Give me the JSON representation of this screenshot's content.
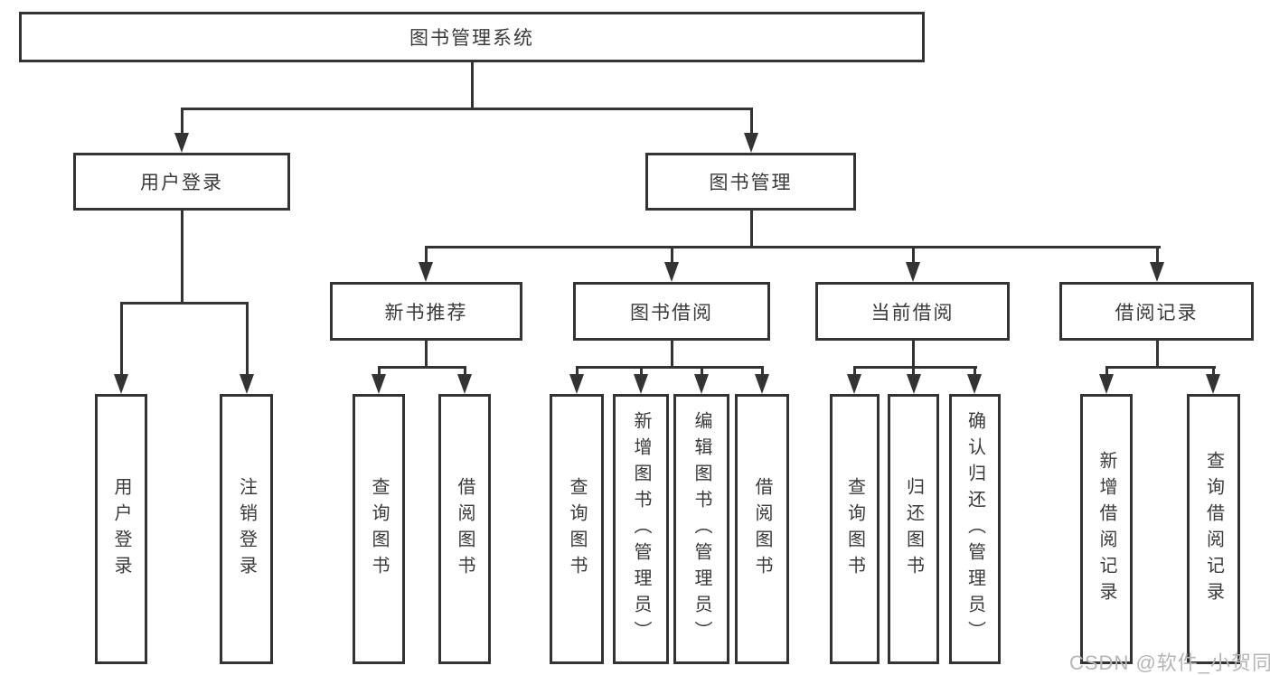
{
  "root_label": "图书管理系统",
  "tree": {
    "user_login": {
      "label": "用户登录",
      "children": [
        "用户登录",
        "注销登录"
      ]
    },
    "book_mgmt": {
      "label": "图书管理",
      "sections": {
        "new_books": {
          "label": "新书推荐",
          "children": [
            "查询图书",
            "借阅图书"
          ]
        },
        "book_borrow": {
          "label": "图书借阅",
          "children": [
            "查询图书",
            "新增图书（管理员）",
            "编辑图书（管理员）",
            "借阅图书"
          ]
        },
        "current_borrow": {
          "label": "当前借阅",
          "children": [
            "查询图书",
            "归还图书",
            "确认归还（管理员）"
          ]
        },
        "borrow_records": {
          "label": "借阅记录",
          "children": [
            "新增借阅记录",
            "查询借阅记录"
          ]
        }
      }
    }
  },
  "watermark": "CSDN @软件_小贺同学",
  "colors": {
    "line": "#333333",
    "text": "#3a3a3a",
    "watermark": "#b5b5b5",
    "background": "#ffffff"
  }
}
